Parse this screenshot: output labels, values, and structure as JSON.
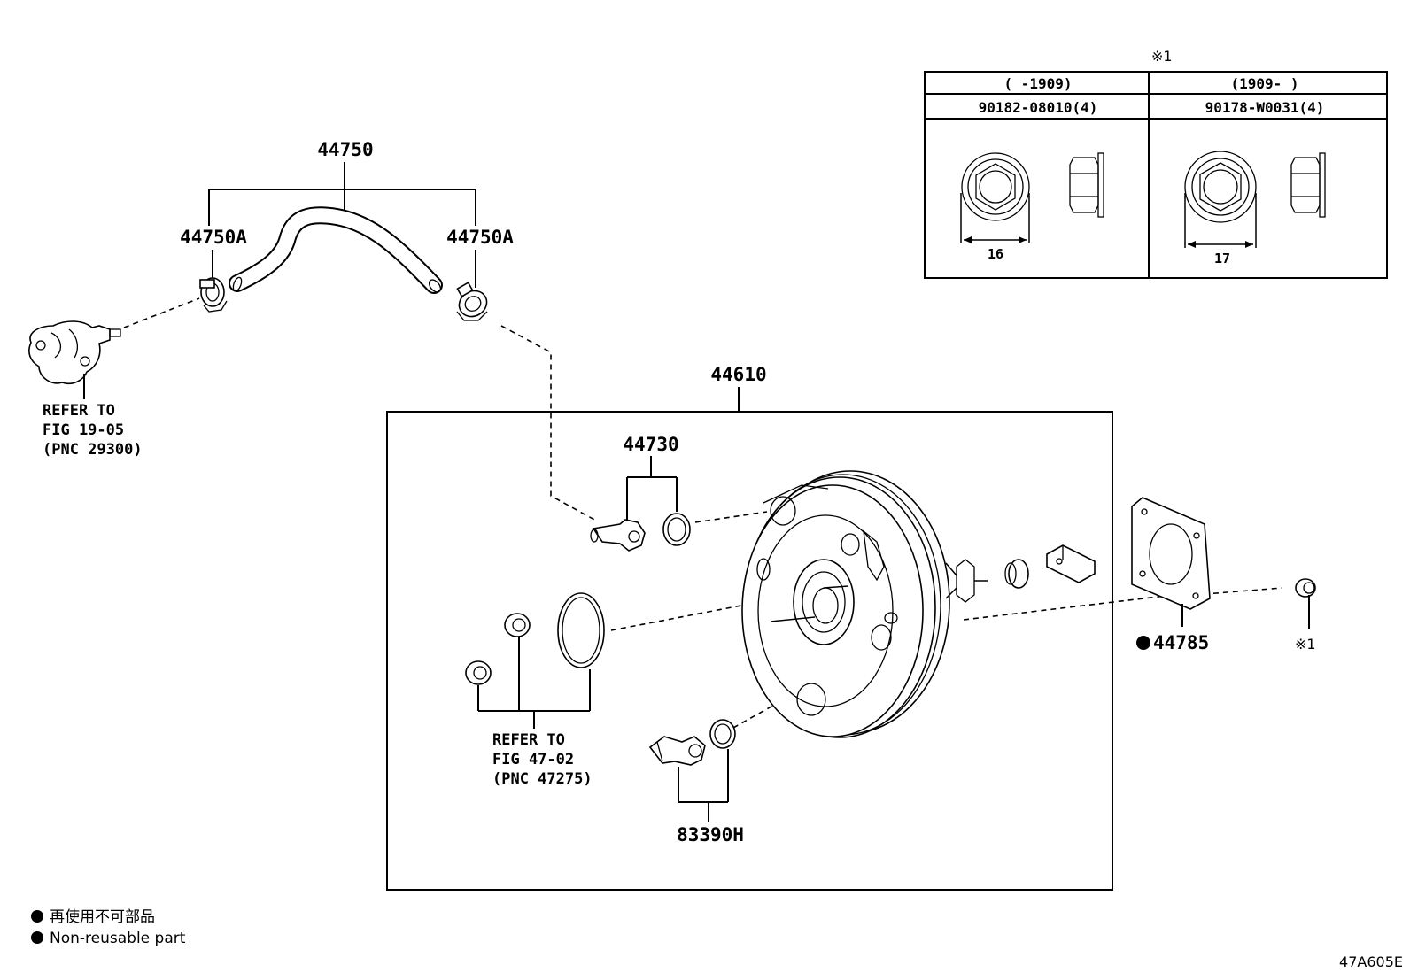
{
  "labels": {
    "hose_assembly": "44750",
    "hose_clamp_left": "44750A",
    "hose_clamp_right": "44750A",
    "booster_assembly": "44610",
    "check_valve": "44730",
    "gasket": "44785",
    "sensor": "83390H",
    "nut_ref": "※1"
  },
  "refer_pump": [
    "REFER TO",
    "FIG 19-05",
    "(PNC 29300)"
  ],
  "refer_master": [
    "REFER TO",
    "FIG 47-02",
    "(PNC 47275)"
  ],
  "nut_table": {
    "marker": "※1",
    "columns": [
      {
        "period": "(     -1909)",
        "part": "90182-08010(4)",
        "dimension": "16"
      },
      {
        "period": "(1909-      )",
        "part": "90178-W0031(4)",
        "dimension": "17"
      }
    ]
  },
  "legend": {
    "line_jp": "再使用不可部品",
    "line_en": "Non-reusable part"
  },
  "illustration_code": "47A605E"
}
